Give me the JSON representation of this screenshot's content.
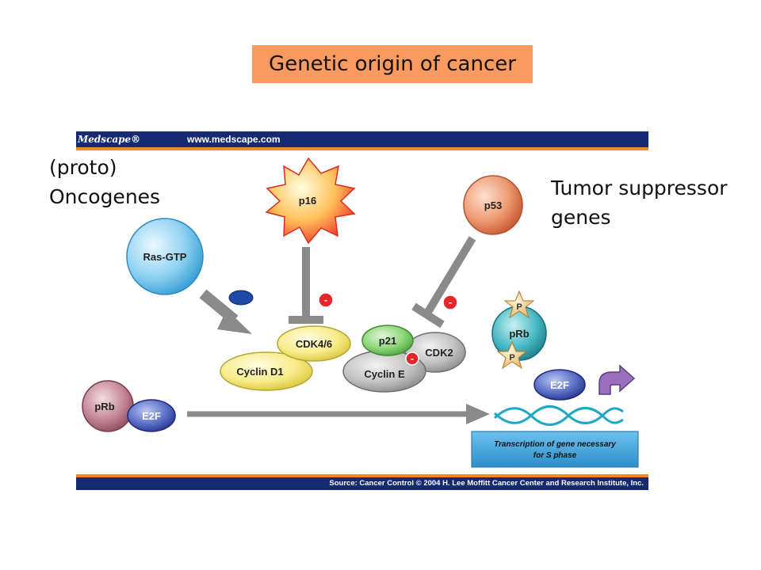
{
  "slide": {
    "title": "Genetic origin of cancer",
    "left_label": "(proto)\nOncogenes",
    "right_label": "Tumor suppressor\ngenes"
  },
  "figure": {
    "header_brand": "Medscape®",
    "header_url": "www.medscape.com",
    "footer_source": "Source: Cancer Control © 2004 H. Lee Moffitt Cancer Center and Research Institute, Inc.",
    "nodes": {
      "p16": "p16",
      "p53": "p53",
      "ras_gtp": "Ras-GTP",
      "cdk46": "CDK4/6",
      "cyclin_d1": "Cyclin D1",
      "p21": "p21",
      "cdk2": "CDK2",
      "cyclin_e": "Cyclin E",
      "prb_top": "pRb",
      "phospho_top": "P",
      "phospho_bottom": "P",
      "e2f_free": "E2F",
      "prb_bottom": "pRb",
      "e2f_bound": "E2F"
    },
    "transcription_box": "Transcription of gene necessary\nfor S phase",
    "inhibit_marks": [
      "-",
      "-",
      "-"
    ]
  },
  "colors": {
    "title_bg": "#f99a5e",
    "header_bar": "#152a72",
    "header_stripe": "#f08a24",
    "arrow_gray": "#8a8a8a",
    "transcription_box": "#45a9df"
  }
}
